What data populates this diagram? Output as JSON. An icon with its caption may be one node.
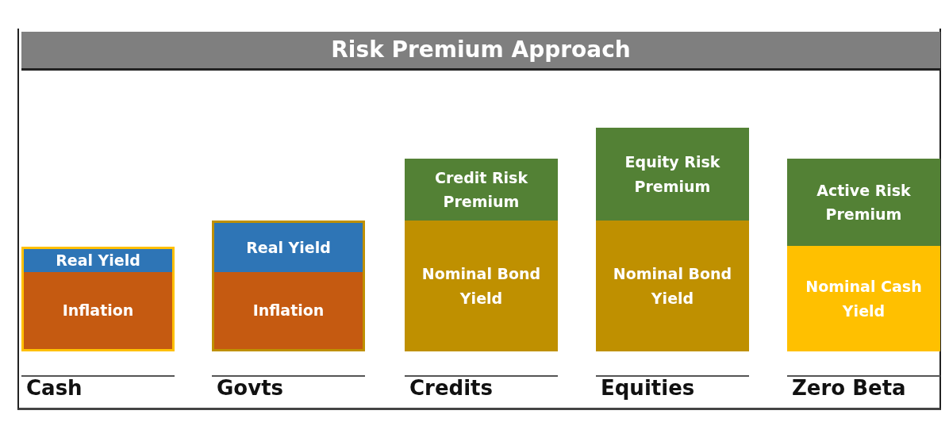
{
  "diagram": {
    "title": "Risk Premium Approach",
    "nodes": [
      {
        "text": [
          "Real Yield"
        ]
      },
      {
        "text": [
          "Inflation"
        ]
      },
      {
        "text": [
          "Real Yield"
        ]
      },
      {
        "text": [
          "Inflation"
        ]
      },
      {
        "text": [
          "Credit Risk Premium"
        ]
      },
      {
        "text": [
          "Nominal Bond Yield"
        ]
      },
      {
        "text": [
          "Equity Risk Premium"
        ]
      },
      {
        "text": [
          "Nominal Bond Yield"
        ]
      },
      {
        "text": [
          "Active Risk Premium"
        ]
      },
      {
        "text": [
          "Nominal Cash Yield"
        ]
      }
    ],
    "labels": [
      "Cash",
      "Govts",
      "Credits",
      "Equities",
      "Zero Beta"
    ]
  }
}
